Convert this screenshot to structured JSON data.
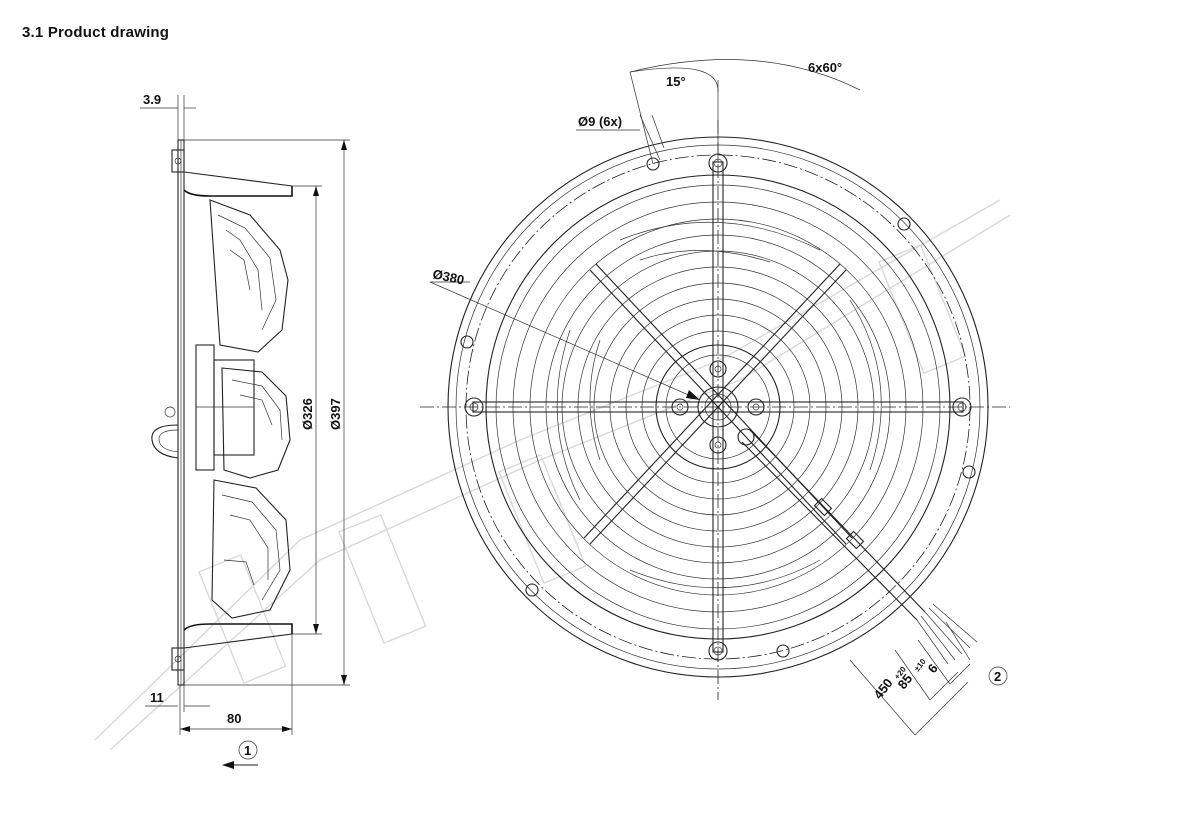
{
  "section_heading": "3.1 Product drawing",
  "side_view": {
    "dims": {
      "flange_thickness": "3.9",
      "inner_diameter": "Ø326",
      "outer_diameter": "Ø397",
      "bottom_offset": "11",
      "depth": "80"
    },
    "marker_1": "1"
  },
  "front_view": {
    "dims": {
      "angle_offset": "15°",
      "hole_pattern": "6x60°",
      "hole_size": "Ø9 (6x)",
      "bolt_circle": "Ø380",
      "lead_length": "450",
      "lead_length_tol": "+20",
      "strip_length": "85",
      "strip_length_tol": "±10",
      "end_strip": "6"
    },
    "marker_2": "2"
  },
  "watermark_present": true
}
